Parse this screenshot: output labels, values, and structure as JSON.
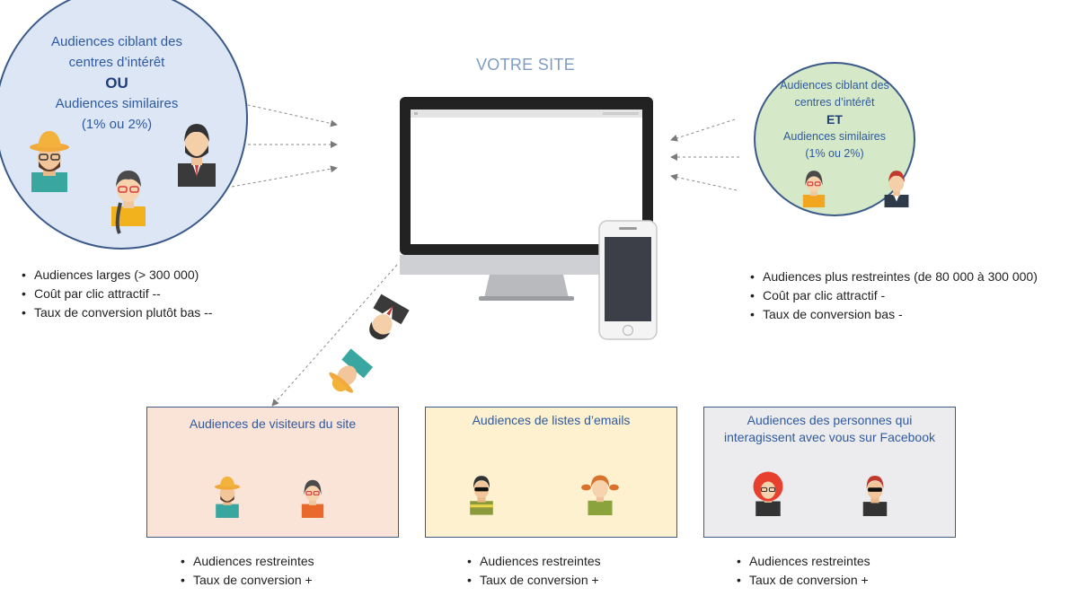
{
  "title": "VOTRE SITE",
  "left_circle": {
    "line1": "Audiences ciblant des",
    "line2": "centres d’intérêt",
    "connector": "OU",
    "line3": "Audiences similaires",
    "line4": "(1% ou 2%)",
    "color": "#dce6f5"
  },
  "right_circle": {
    "line1": "Audiences ciblant des",
    "line2": "centres d’intérêt",
    "connector": "ET",
    "line3": "Audiences similaires",
    "line4": "(1% ou 2%)",
    "color": "#d5e8c8"
  },
  "left_bullets": [
    "Audiences larges (> 300 000)",
    "Coût par clic attractif --",
    "Taux de conversion plutôt bas --"
  ],
  "right_bullets": [
    "Audiences plus restreintes (de 80 000 à 300 000)",
    "Coût par clic attractif -",
    "Taux de conversion bas -"
  ],
  "boxes": [
    {
      "title": "Audiences de visiteurs du site",
      "color": "#fae3d7",
      "bullets": [
        "Audiences restreintes",
        "Taux de conversion +"
      ]
    },
    {
      "title": "Audiences de listes d’emails",
      "color": "#fdf1cf",
      "bullets": [
        "Audiences restreintes",
        "Taux de conversion +"
      ]
    },
    {
      "title_line1": "Audiences des personnes qui",
      "title_line2": "interagissent avec vous sur Facebook",
      "color": "#ececee",
      "bullets": [
        "Audiences restreintes",
        "Taux de conversion +"
      ]
    }
  ],
  "icons": {
    "left_circle": [
      "hat-man-avatar-icon",
      "woman-glasses-avatar-icon",
      "bearded-man-suit-avatar-icon"
    ],
    "right_circle": [
      "woman-glasses-avatar-icon",
      "man-suit-avatar-icon"
    ],
    "box1": [
      "hat-man-avatar-icon",
      "woman-glasses-avatar-icon"
    ],
    "box2": [
      "man-sunglasses-avatar-icon",
      "girl-pigtails-avatar-icon"
    ],
    "box3": [
      "curly-woman-avatar-icon",
      "man-sunglasses-avatar-icon"
    ],
    "devices": [
      "desktop-monitor-icon",
      "smartphone-icon"
    ]
  }
}
